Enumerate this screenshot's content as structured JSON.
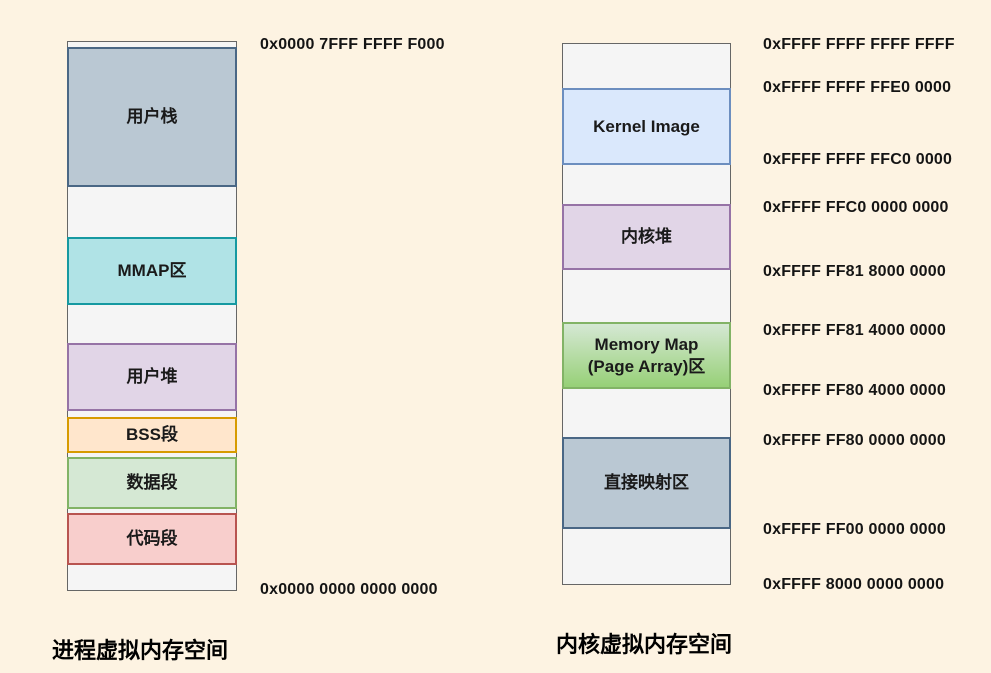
{
  "canvas": {
    "background": "#fdf3e2",
    "box_fill": "#f5f5f5",
    "box_border": "#666666"
  },
  "process_space": {
    "caption": "进程虚拟内存空间",
    "top_address": "0x0000 7FFF FFFF F000",
    "bottom_address": "0x0000 0000 0000 0000",
    "segments": [
      {
        "label": "用户栈",
        "fill": "#bac8d3",
        "border": "#4a6785"
      },
      {
        "label": "MMAP区",
        "fill": "#b0e3e6",
        "border": "#1699a1"
      },
      {
        "label": "用户堆",
        "fill": "#e1d5e7",
        "border": "#9673a6"
      },
      {
        "label": "BSS段",
        "fill": "#ffe6cc",
        "border": "#d79b00"
      },
      {
        "label": "数据段",
        "fill": "#d5e8d4",
        "border": "#82b366"
      },
      {
        "label": "代码段",
        "fill": "#f8cecc",
        "border": "#b85450"
      }
    ]
  },
  "kernel_space": {
    "caption": "内核虚拟内存空间",
    "segments": [
      {
        "label": "Kernel Image",
        "fill": "#dae8fc",
        "border": "#6c8ebf"
      },
      {
        "label": "内核堆",
        "fill": "#e1d5e7",
        "border": "#9673a6"
      },
      {
        "label": "Memory Map\n(Page Array)区",
        "fill": "#d5e8d4 → #97d077",
        "border": "#82b366"
      },
      {
        "label": "直接映射区",
        "fill": "#bac8d3",
        "border": "#4a6785"
      }
    ],
    "addresses": [
      "0xFFFF FFFF FFFF FFFF",
      "0xFFFF FFFF FFE0 0000",
      "0xFFFF FFFF FFC0 0000",
      "0xFFFF FFC0 0000 0000",
      "0xFFFF FF81 8000 0000",
      "0xFFFF FF81 4000 0000",
      "0xFFFF FF80 4000 0000",
      "0xFFFF FF80 0000 0000",
      "0xFFFF FF00 0000 0000",
      "0xFFFF 8000 0000 0000"
    ]
  }
}
